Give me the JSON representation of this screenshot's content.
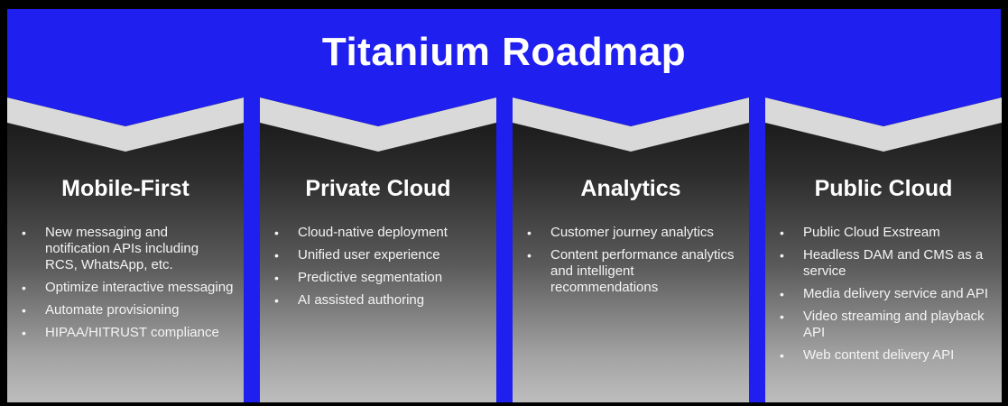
{
  "slide": {
    "title": "Titanium Roadmap",
    "colors": {
      "banner": "#1f1ff0",
      "background": "#000000",
      "text": "#ffffff"
    }
  },
  "columns": [
    {
      "title": "Mobile-First",
      "items": [
        "New messaging and notification APIs including RCS, WhatsApp, etc.",
        "Optimize interactive messaging",
        "Automate provisioning",
        "HIPAA/HITRUST compliance"
      ]
    },
    {
      "title": "Private Cloud",
      "items": [
        "Cloud-native deployment",
        "Unified user experience",
        "Predictive segmentation",
        "AI assisted authoring"
      ]
    },
    {
      "title": "Analytics",
      "items": [
        "Customer journey analytics",
        "Content performance analytics and intelligent recommendations"
      ]
    },
    {
      "title": "Public Cloud",
      "items": [
        "Public Cloud Exstream",
        "Headless DAM and CMS as a service",
        "Media delivery service and API",
        "Video streaming and playback API",
        "Web content delivery API"
      ]
    }
  ]
}
